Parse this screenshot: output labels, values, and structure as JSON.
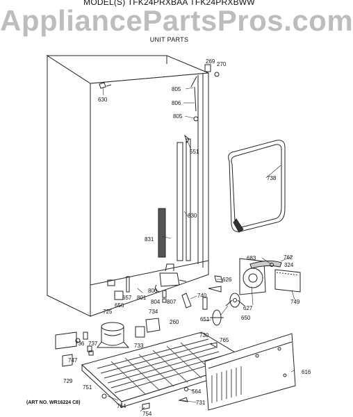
{
  "header": {
    "model_line": "MODEL(S) TFK24PRXBAA  TFK24PRXBWW",
    "watermark": "AppliancePartsPros.com",
    "subtitle": "UNIT PARTS"
  },
  "art_number": "(ART NO. WR16224 C8)",
  "part_labels": {
    "p269": "269",
    "p270": "270",
    "p630": "630",
    "p805a": "805",
    "p806": "806",
    "p805b": "805",
    "p551": "551",
    "p738": "738",
    "p830": "830",
    "p831": "831",
    "p762": "762",
    "p683": "683",
    "p324": "324",
    "p657": "657",
    "p801": "801",
    "p800": "800",
    "p626": "626",
    "p656": "656",
    "p804": "804",
    "p807": "807",
    "p740": "740",
    "p627": "627",
    "p749": "749",
    "p725": "725",
    "p734": "734",
    "p651": "651",
    "p650": "650",
    "p260": "260",
    "p730": "730",
    "p765": "765",
    "p736": "736",
    "p737": "737",
    "p733": "733",
    "p747": "747",
    "p616": "616",
    "p729": "729",
    "p751": "751",
    "p564": "564",
    "p731": "731",
    "p764": "764",
    "p754": "754"
  }
}
